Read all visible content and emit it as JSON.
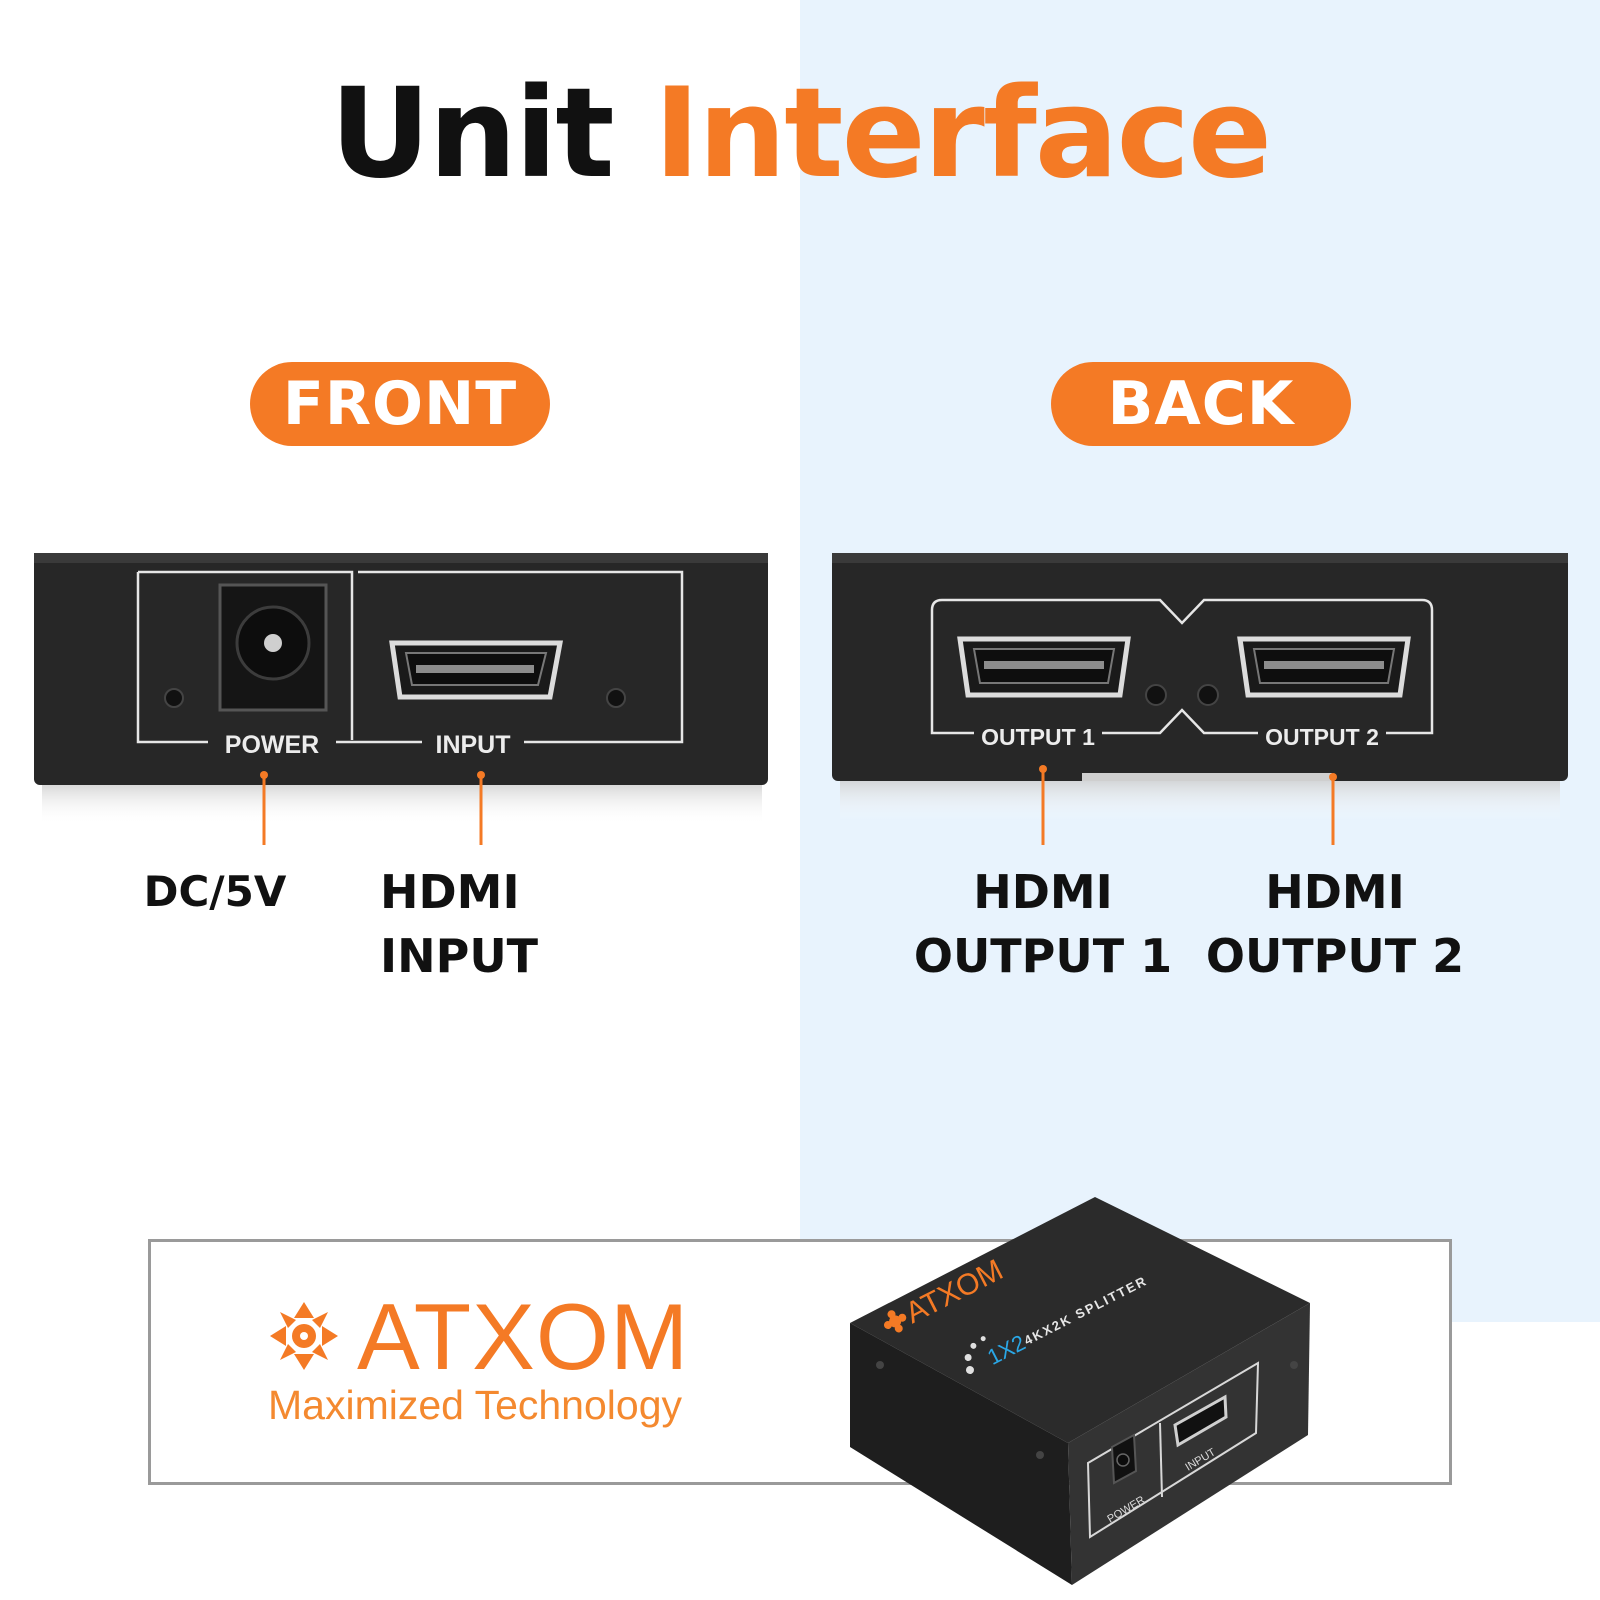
{
  "title": {
    "word1": "Unit",
    "word2": "Interface"
  },
  "front": {
    "heading": "FRONT",
    "panel_labels": {
      "power": "POWER",
      "input": "INPUT"
    },
    "callouts": {
      "dc": "DC/5V",
      "hdmi_input": "HDMI\nINPUT"
    }
  },
  "back": {
    "heading": "BACK",
    "panel_labels": {
      "output1": "OUTPUT 1",
      "output2": "OUTPUT 2"
    },
    "callouts": {
      "hdmi_output1": "HDMI\nOUTPUT 1",
      "hdmi_output2": "HDMI\nOUTPUT 2"
    }
  },
  "brand": {
    "name": "ATXOM",
    "tagline": "Maximized Technology",
    "device": {
      "logo": "ATXOM",
      "model": "1X2",
      "description": "4KX2K SPLITTER",
      "power_label": "POWER",
      "input_label": "INPUT"
    }
  },
  "colors": {
    "accent": "#f47a25",
    "device": "#262626",
    "panel_line": "#e6e6e6",
    "background_right": "#e8f3fd"
  }
}
